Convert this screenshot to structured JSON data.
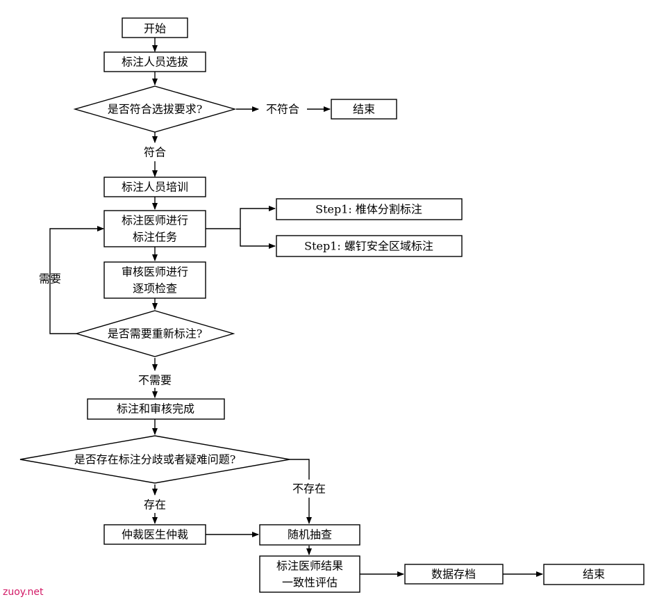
{
  "nodes": {
    "start": "开始",
    "select": "标注人员选拔",
    "qualified_q": "是否符合选拔要求?",
    "end_top": "结束",
    "training": "标注人员培训",
    "annotate_1": "标注医师进行",
    "annotate_2": "标注任务",
    "step_vertebra": "Step1: 椎体分割标注",
    "step_screw": "Step1: 螺钉安全区域标注",
    "review_1": "审核医师进行",
    "review_2": "逐项检查",
    "reannotate_q": "是否需要重新标注?",
    "done": "标注和审核完成",
    "dispute_q": "是否存在标注分歧或者疑难问题?",
    "arbitration": "仲裁医生仲裁",
    "random_check": "随机抽查",
    "consistency_1": "标注医师结果",
    "consistency_2": "一致性评估",
    "archive": "数据存档",
    "end_bottom": "结束"
  },
  "edge_labels": {
    "not_qualified": "不符合",
    "qualified": "符合",
    "needed": "需要",
    "not_needed": "不需要",
    "exists": "存在",
    "not_exists": "不存在"
  },
  "watermark": "zuoy.net"
}
